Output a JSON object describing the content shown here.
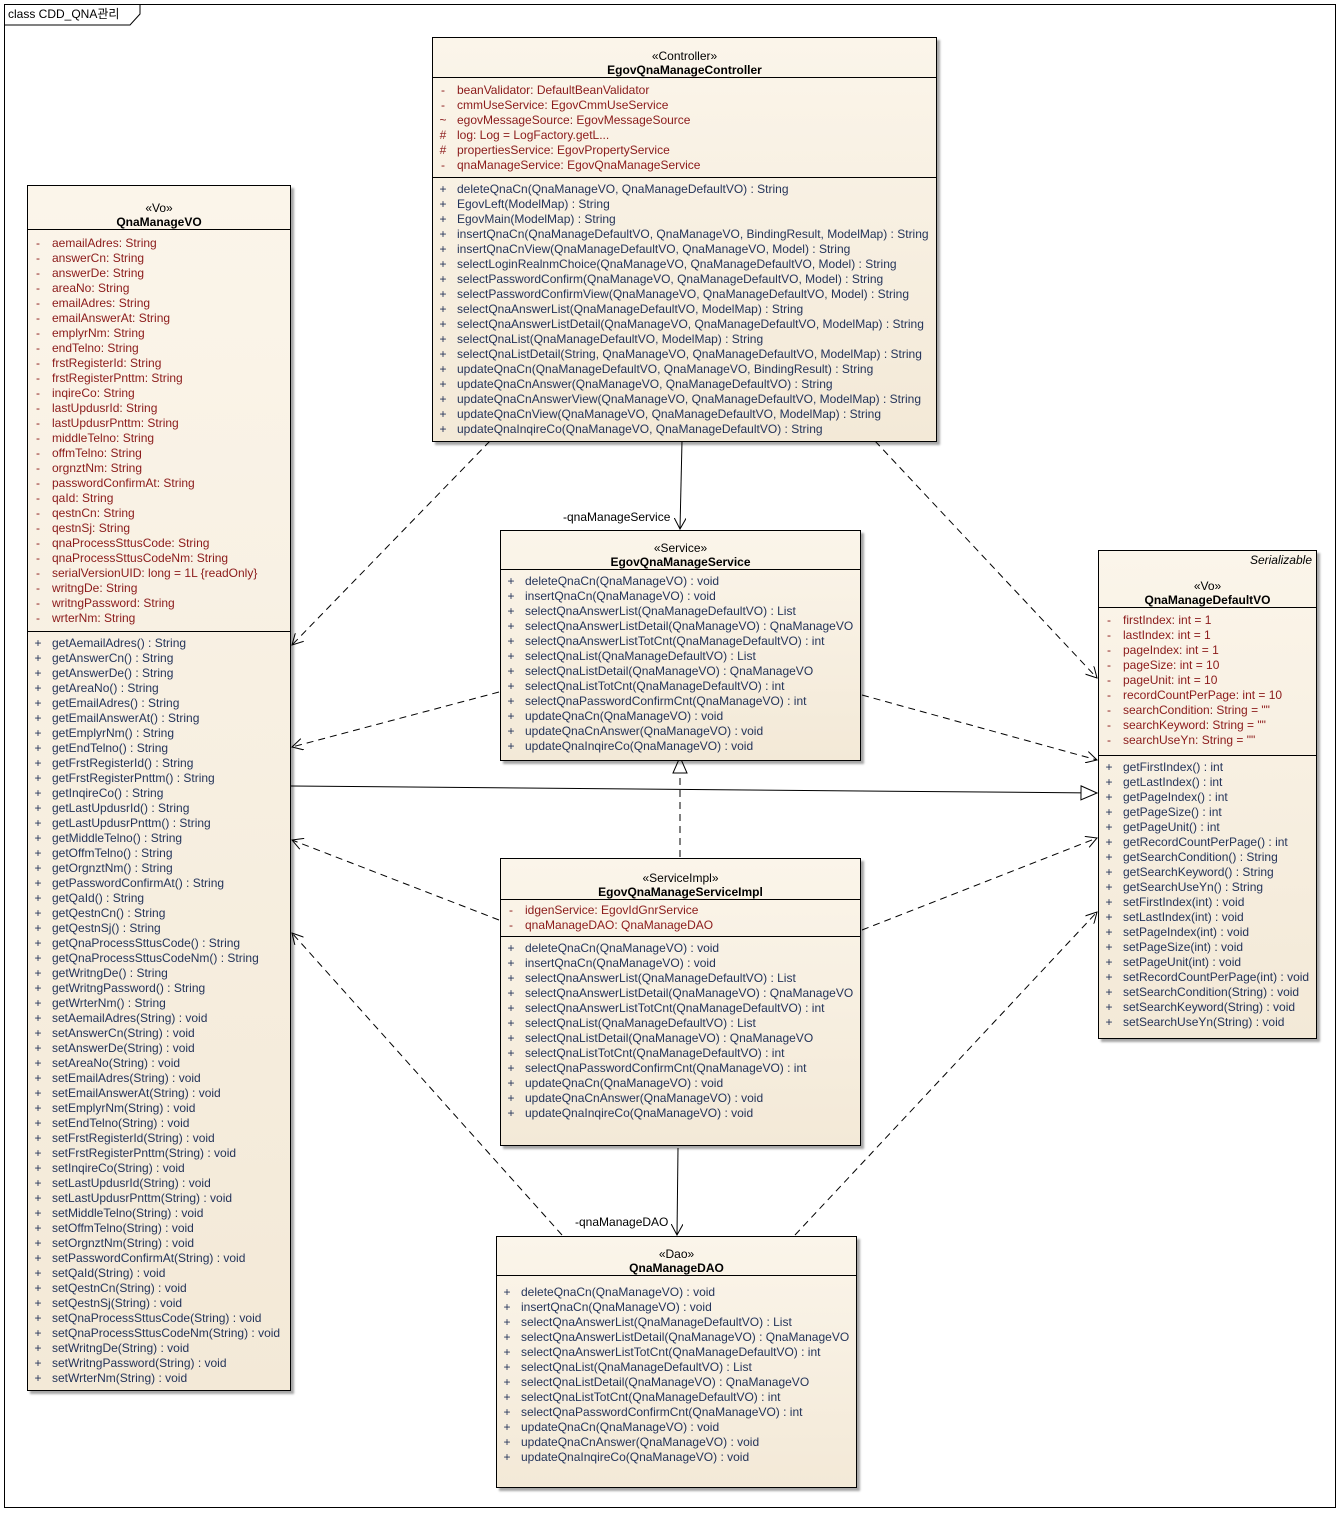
{
  "diagram": {
    "title": "class CDD_QNA관리",
    "link_labels": {
      "qna_manage_service": "-qnaManageService",
      "qna_manage_dao": "-qnaManageDAO"
    },
    "colors": {
      "attribute": "#8b1a1a",
      "operation": "#24345a",
      "box_fill": "#f6eedf"
    }
  },
  "classes": {
    "controller": {
      "stereotype": "«Controller»",
      "name": "EgovQnaManageController",
      "attributes": [
        {
          "vis": "-",
          "text": "beanValidator:  DefaultBeanValidator"
        },
        {
          "vis": "-",
          "text": "cmmUseService:  EgovCmmUseService"
        },
        {
          "vis": "~",
          "text": "egovMessageSource:  EgovMessageSource"
        },
        {
          "vis": "#",
          "text": "log:  Log = LogFactory.getL..."
        },
        {
          "vis": "#",
          "text": "propertiesService:  EgovPropertyService"
        },
        {
          "vis": "-",
          "text": "qnaManageService:  EgovQnaManageService"
        }
      ],
      "operations": [
        {
          "vis": "+",
          "text": "deleteQnaCn(QnaManageVO, QnaManageDefaultVO) : String"
        },
        {
          "vis": "+",
          "text": "EgovLeft(ModelMap) : String"
        },
        {
          "vis": "+",
          "text": "EgovMain(ModelMap) : String"
        },
        {
          "vis": "+",
          "text": "insertQnaCn(QnaManageDefaultVO, QnaManageVO, BindingResult, ModelMap) : String"
        },
        {
          "vis": "+",
          "text": "insertQnaCnView(QnaManageDefaultVO, QnaManageVO, Model) : String"
        },
        {
          "vis": "+",
          "text": "selectLoginRealnmChoice(QnaManageVO, QnaManageDefaultVO, Model) : String"
        },
        {
          "vis": "+",
          "text": "selectPasswordConfirm(QnaManageVO, QnaManageDefaultVO, Model) : String"
        },
        {
          "vis": "+",
          "text": "selectPasswordConfirmView(QnaManageVO, QnaManageDefaultVO, Model) : String"
        },
        {
          "vis": "+",
          "text": "selectQnaAnswerList(QnaManageDefaultVO, ModelMap) : String"
        },
        {
          "vis": "+",
          "text": "selectQnaAnswerListDetail(QnaManageVO, QnaManageDefaultVO, ModelMap) : String"
        },
        {
          "vis": "+",
          "text": "selectQnaList(QnaManageDefaultVO, ModelMap) : String"
        },
        {
          "vis": "+",
          "text": "selectQnaListDetail(String, QnaManageVO, QnaManageDefaultVO, ModelMap) : String"
        },
        {
          "vis": "+",
          "text": "updateQnaCn(QnaManageDefaultVO, QnaManageVO, BindingResult) : String"
        },
        {
          "vis": "+",
          "text": "updateQnaCnAnswer(QnaManageVO, QnaManageDefaultVO) : String"
        },
        {
          "vis": "+",
          "text": "updateQnaCnAnswerView(QnaManageVO, QnaManageDefaultVO, ModelMap) : String"
        },
        {
          "vis": "+",
          "text": "updateQnaCnView(QnaManageVO, QnaManageDefaultVO, ModelMap) : String"
        },
        {
          "vis": "+",
          "text": "updateQnaInqireCo(QnaManageVO, QnaManageDefaultVO) : String"
        }
      ]
    },
    "vo": {
      "stereotype": "«Vo»",
      "name": "QnaManageVO",
      "attributes": [
        {
          "vis": "-",
          "text": "aemailAdres:  String"
        },
        {
          "vis": "-",
          "text": "answerCn:  String"
        },
        {
          "vis": "-",
          "text": "answerDe:  String"
        },
        {
          "vis": "-",
          "text": "areaNo:  String"
        },
        {
          "vis": "-",
          "text": "emailAdres:  String"
        },
        {
          "vis": "-",
          "text": "emailAnswerAt:  String"
        },
        {
          "vis": "-",
          "text": "emplyrNm:  String"
        },
        {
          "vis": "-",
          "text": "endTelno:  String"
        },
        {
          "vis": "-",
          "text": "frstRegisterId:  String"
        },
        {
          "vis": "-",
          "text": "frstRegisterPnttm:  String"
        },
        {
          "vis": "-",
          "text": "inqireCo:  String"
        },
        {
          "vis": "-",
          "text": "lastUpdusrId:  String"
        },
        {
          "vis": "-",
          "text": "lastUpdusrPnttm:  String"
        },
        {
          "vis": "-",
          "text": "middleTelno:  String"
        },
        {
          "vis": "-",
          "text": "offmTelno:  String"
        },
        {
          "vis": "-",
          "text": "orgnztNm:  String"
        },
        {
          "vis": "-",
          "text": "passwordConfirmAt:  String"
        },
        {
          "vis": "-",
          "text": "qaId:  String"
        },
        {
          "vis": "-",
          "text": "qestnCn:  String"
        },
        {
          "vis": "-",
          "text": "qestnSj:  String"
        },
        {
          "vis": "-",
          "text": "qnaProcessSttusCode:  String"
        },
        {
          "vis": "-",
          "text": "qnaProcessSttusCodeNm:  String"
        },
        {
          "vis": "-",
          "text": "serialVersionUID:  long = 1L {readOnly}"
        },
        {
          "vis": "-",
          "text": "writngDe:  String"
        },
        {
          "vis": "-",
          "text": "writngPassword:  String"
        },
        {
          "vis": "-",
          "text": "wrterNm:  String"
        }
      ],
      "operations": [
        {
          "vis": "+",
          "text": "getAemailAdres() : String"
        },
        {
          "vis": "+",
          "text": "getAnswerCn() : String"
        },
        {
          "vis": "+",
          "text": "getAnswerDe() : String"
        },
        {
          "vis": "+",
          "text": "getAreaNo() : String"
        },
        {
          "vis": "+",
          "text": "getEmailAdres() : String"
        },
        {
          "vis": "+",
          "text": "getEmailAnswerAt() : String"
        },
        {
          "vis": "+",
          "text": "getEmplyrNm() : String"
        },
        {
          "vis": "+",
          "text": "getEndTelno() : String"
        },
        {
          "vis": "+",
          "text": "getFrstRegisterId() : String"
        },
        {
          "vis": "+",
          "text": "getFrstRegisterPnttm() : String"
        },
        {
          "vis": "+",
          "text": "getInqireCo() : String"
        },
        {
          "vis": "+",
          "text": "getLastUpdusrId() : String"
        },
        {
          "vis": "+",
          "text": "getLastUpdusrPnttm() : String"
        },
        {
          "vis": "+",
          "text": "getMiddleTelno() : String"
        },
        {
          "vis": "+",
          "text": "getOffmTelno() : String"
        },
        {
          "vis": "+",
          "text": "getOrgnztNm() : String"
        },
        {
          "vis": "+",
          "text": "getPasswordConfirmAt() : String"
        },
        {
          "vis": "+",
          "text": "getQaId() : String"
        },
        {
          "vis": "+",
          "text": "getQestnCn() : String"
        },
        {
          "vis": "+",
          "text": "getQestnSj() : String"
        },
        {
          "vis": "+",
          "text": "getQnaProcessSttusCode() : String"
        },
        {
          "vis": "+",
          "text": "getQnaProcessSttusCodeNm() : String"
        },
        {
          "vis": "+",
          "text": "getWritngDe() : String"
        },
        {
          "vis": "+",
          "text": "getWritngPassword() : String"
        },
        {
          "vis": "+",
          "text": "getWrterNm() : String"
        },
        {
          "vis": "+",
          "text": "setAemailAdres(String) : void"
        },
        {
          "vis": "+",
          "text": "setAnswerCn(String) : void"
        },
        {
          "vis": "+",
          "text": "setAnswerDe(String) : void"
        },
        {
          "vis": "+",
          "text": "setAreaNo(String) : void"
        },
        {
          "vis": "+",
          "text": "setEmailAdres(String) : void"
        },
        {
          "vis": "+",
          "text": "setEmailAnswerAt(String) : void"
        },
        {
          "vis": "+",
          "text": "setEmplyrNm(String) : void"
        },
        {
          "vis": "+",
          "text": "setEndTelno(String) : void"
        },
        {
          "vis": "+",
          "text": "setFrstRegisterId(String) : void"
        },
        {
          "vis": "+",
          "text": "setFrstRegisterPnttm(String) : void"
        },
        {
          "vis": "+",
          "text": "setInqireCo(String) : void"
        },
        {
          "vis": "+",
          "text": "setLastUpdusrId(String) : void"
        },
        {
          "vis": "+",
          "text": "setLastUpdusrPnttm(String) : void"
        },
        {
          "vis": "+",
          "text": "setMiddleTelno(String) : void"
        },
        {
          "vis": "+",
          "text": "setOffmTelno(String) : void"
        },
        {
          "vis": "+",
          "text": "setOrgnztNm(String) : void"
        },
        {
          "vis": "+",
          "text": "setPasswordConfirmAt(String) : void"
        },
        {
          "vis": "+",
          "text": "setQaId(String) : void"
        },
        {
          "vis": "+",
          "text": "setQestnCn(String) : void"
        },
        {
          "vis": "+",
          "text": "setQestnSj(String) : void"
        },
        {
          "vis": "+",
          "text": "setQnaProcessSttusCode(String) : void"
        },
        {
          "vis": "+",
          "text": "setQnaProcessSttusCodeNm(String) : void"
        },
        {
          "vis": "+",
          "text": "setWritngDe(String) : void"
        },
        {
          "vis": "+",
          "text": "setWritngPassword(String) : void"
        },
        {
          "vis": "+",
          "text": "setWrterNm(String) : void"
        }
      ]
    },
    "service": {
      "stereotype": "«Service»",
      "name": "EgovQnaManageService",
      "attributes": [],
      "operations": [
        {
          "vis": "+",
          "text": "deleteQnaCn(QnaManageVO) : void"
        },
        {
          "vis": "+",
          "text": "insertQnaCn(QnaManageVO) : void"
        },
        {
          "vis": "+",
          "text": "selectQnaAnswerList(QnaManageDefaultVO) : List"
        },
        {
          "vis": "+",
          "text": "selectQnaAnswerListDetail(QnaManageVO) : QnaManageVO"
        },
        {
          "vis": "+",
          "text": "selectQnaAnswerListTotCnt(QnaManageDefaultVO) : int"
        },
        {
          "vis": "+",
          "text": "selectQnaList(QnaManageDefaultVO) : List"
        },
        {
          "vis": "+",
          "text": "selectQnaListDetail(QnaManageVO) : QnaManageVO"
        },
        {
          "vis": "+",
          "text": "selectQnaListTotCnt(QnaManageDefaultVO) : int"
        },
        {
          "vis": "+",
          "text": "selectQnaPasswordConfirmCnt(QnaManageVO) : int"
        },
        {
          "vis": "+",
          "text": "updateQnaCn(QnaManageVO) : void"
        },
        {
          "vis": "+",
          "text": "updateQnaCnAnswer(QnaManageVO) : void"
        },
        {
          "vis": "+",
          "text": "updateQnaInqireCo(QnaManageVO) : void"
        }
      ]
    },
    "service_impl": {
      "stereotype": "«ServiceImpl»",
      "name": "EgovQnaManageServiceImpl",
      "attributes": [
        {
          "vis": "-",
          "text": "idgenService:  EgovIdGnrService"
        },
        {
          "vis": "-",
          "text": "qnaManageDAO:  QnaManageDAO"
        }
      ],
      "operations": [
        {
          "vis": "+",
          "text": "deleteQnaCn(QnaManageVO) : void"
        },
        {
          "vis": "+",
          "text": "insertQnaCn(QnaManageVO) : void"
        },
        {
          "vis": "+",
          "text": "selectQnaAnswerList(QnaManageDefaultVO) : List"
        },
        {
          "vis": "+",
          "text": "selectQnaAnswerListDetail(QnaManageVO) : QnaManageVO"
        },
        {
          "vis": "+",
          "text": "selectQnaAnswerListTotCnt(QnaManageDefaultVO) : int"
        },
        {
          "vis": "+",
          "text": "selectQnaList(QnaManageDefaultVO) : List"
        },
        {
          "vis": "+",
          "text": "selectQnaListDetail(QnaManageVO) : QnaManageVO"
        },
        {
          "vis": "+",
          "text": "selectQnaListTotCnt(QnaManageDefaultVO) : int"
        },
        {
          "vis": "+",
          "text": "selectQnaPasswordConfirmCnt(QnaManageVO) : int"
        },
        {
          "vis": "+",
          "text": "updateQnaCn(QnaManageVO) : void"
        },
        {
          "vis": "+",
          "text": "updateQnaCnAnswer(QnaManageVO) : void"
        },
        {
          "vis": "+",
          "text": "updateQnaInqireCo(QnaManageVO) : void"
        }
      ]
    },
    "dao": {
      "stereotype": "«Dao»",
      "name": "QnaManageDAO",
      "attributes": [],
      "operations": [
        {
          "vis": "+",
          "text": "deleteQnaCn(QnaManageVO) : void"
        },
        {
          "vis": "+",
          "text": "insertQnaCn(QnaManageVO) : void"
        },
        {
          "vis": "+",
          "text": "selectQnaAnswerList(QnaManageDefaultVO) : List"
        },
        {
          "vis": "+",
          "text": "selectQnaAnswerListDetail(QnaManageVO) : QnaManageVO"
        },
        {
          "vis": "+",
          "text": "selectQnaAnswerListTotCnt(QnaManageDefaultVO) : int"
        },
        {
          "vis": "+",
          "text": "selectQnaList(QnaManageDefaultVO) : List"
        },
        {
          "vis": "+",
          "text": "selectQnaListDetail(QnaManageVO) : QnaManageVO"
        },
        {
          "vis": "+",
          "text": "selectQnaListTotCnt(QnaManageDefaultVO) : int"
        },
        {
          "vis": "+",
          "text": "selectQnaPasswordConfirmCnt(QnaManageVO) : int"
        },
        {
          "vis": "+",
          "text": "updateQnaCn(QnaManageVO) : void"
        },
        {
          "vis": "+",
          "text": "updateQnaCnAnswer(QnaManageVO) : void"
        },
        {
          "vis": "+",
          "text": "updateQnaInqireCo(QnaManageVO) : void"
        }
      ]
    },
    "default_vo": {
      "interface": "Serializable",
      "stereotype": "«Vo»",
      "name": "QnaManageDefaultVO",
      "attributes": [
        {
          "vis": "-",
          "text": "firstIndex:  int = 1"
        },
        {
          "vis": "-",
          "text": "lastIndex:  int = 1"
        },
        {
          "vis": "-",
          "text": "pageIndex:  int = 1"
        },
        {
          "vis": "-",
          "text": "pageSize:  int = 10"
        },
        {
          "vis": "-",
          "text": "pageUnit:  int = 10"
        },
        {
          "vis": "-",
          "text": "recordCountPerPage:  int = 10"
        },
        {
          "vis": "-",
          "text": "searchCondition:  String = \"\""
        },
        {
          "vis": "-",
          "text": "searchKeyword:  String = \"\""
        },
        {
          "vis": "-",
          "text": "searchUseYn:  String = \"\""
        }
      ],
      "operations": [
        {
          "vis": "+",
          "text": "getFirstIndex() : int"
        },
        {
          "vis": "+",
          "text": "getLastIndex() : int"
        },
        {
          "vis": "+",
          "text": "getPageIndex() : int"
        },
        {
          "vis": "+",
          "text": "getPageSize() : int"
        },
        {
          "vis": "+",
          "text": "getPageUnit() : int"
        },
        {
          "vis": "+",
          "text": "getRecordCountPerPage() : int"
        },
        {
          "vis": "+",
          "text": "getSearchCondition() : String"
        },
        {
          "vis": "+",
          "text": "getSearchKeyword() : String"
        },
        {
          "vis": "+",
          "text": "getSearchUseYn() : String"
        },
        {
          "vis": "+",
          "text": "setFirstIndex(int) : void"
        },
        {
          "vis": "+",
          "text": "setLastIndex(int) : void"
        },
        {
          "vis": "+",
          "text": "setPageIndex(int) : void"
        },
        {
          "vis": "+",
          "text": "setPageSize(int) : void"
        },
        {
          "vis": "+",
          "text": "setPageUnit(int) : void"
        },
        {
          "vis": "+",
          "text": "setRecordCountPerPage(int) : void"
        },
        {
          "vis": "+",
          "text": "setSearchCondition(String) : void"
        },
        {
          "vis": "+",
          "text": "setSearchKeyword(String) : void"
        },
        {
          "vis": "+",
          "text": "setSearchUseYn(String) : void"
        }
      ]
    }
  }
}
